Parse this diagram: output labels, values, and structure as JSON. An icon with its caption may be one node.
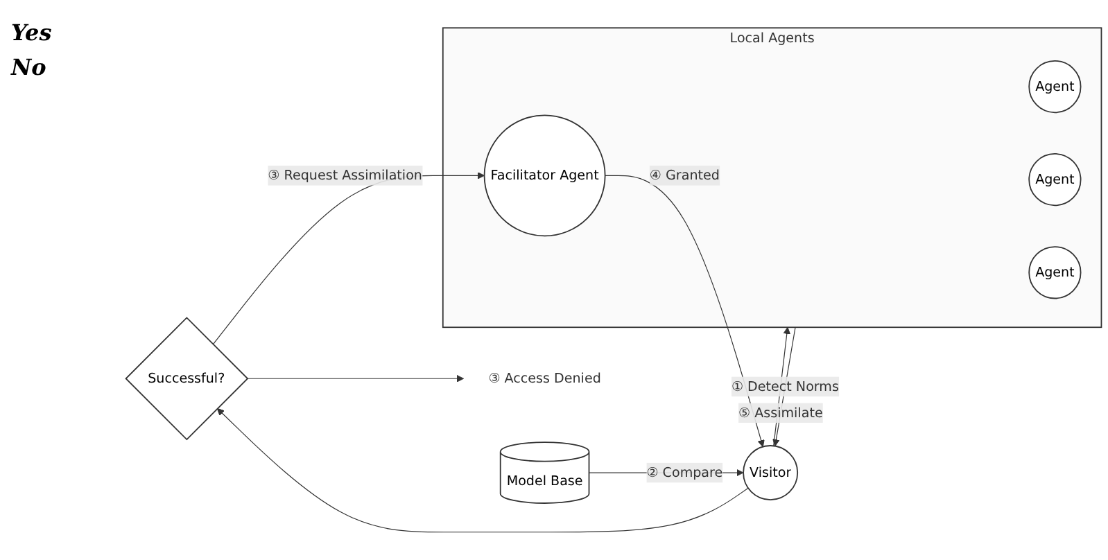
{
  "diagram": {
    "nodes": [
      {
        "text": [
          "Successful?"
        ]
      },
      {
        "text": [
          "Local Agents"
        ]
      },
      {
        "text": [
          "Facilitator Agent"
        ],
        "in": 1
      },
      {
        "text": [
          "Agent"
        ],
        "in": 1
      },
      {
        "text": [
          "Agent"
        ],
        "in": 1
      },
      {
        "text": [
          "Agent"
        ],
        "in": 1
      },
      {
        "text": [
          "Visitor"
        ]
      },
      {
        "text": [
          "Model Base"
        ]
      },
      {
        "text": [
          "③ Access Denied"
        ]
      }
    ],
    "edges": [
      {
        "from": 6,
        "to": 0,
        "arrow": "to"
      },
      {
        "from": 0,
        "to": 8,
        "arrow": "to"
      },
      {
        "from": 0,
        "to": 2,
        "arrow": "to",
        "label": "③ Request Assimilation"
      },
      {
        "from": 2,
        "to": 6,
        "arrow": "to",
        "label": "④ Granted"
      },
      {
        "from": 1,
        "to": 6,
        "arrow": "to",
        "label": "① Detect Norms"
      },
      {
        "from": 7,
        "to": 6,
        "arrow": "to",
        "label": "② Compare"
      },
      {
        "from": 6,
        "to": 1,
        "arrow": "to",
        "label": "⑤ Assimilate"
      }
    ],
    "labels": [
      "Yes",
      "No"
    ]
  }
}
